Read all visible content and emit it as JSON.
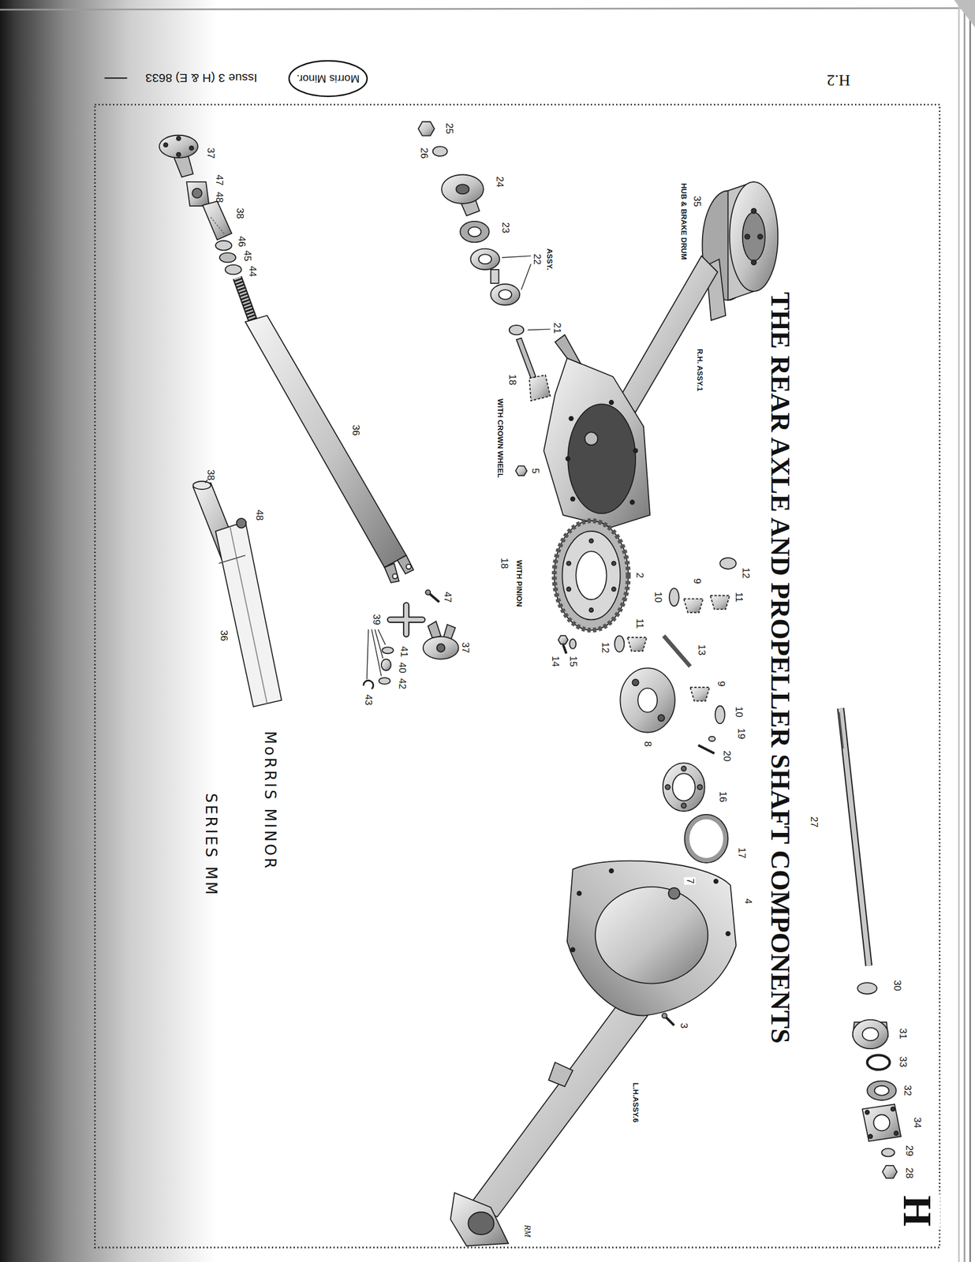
{
  "diagram": {
    "title": "THE REAR AXLE AND PROPELLER SHAFT COMPONENTS",
    "nodes": [
      {
        "text": [
          "Morris Minor."
        ]
      }
    ],
    "labels": [
      "H.2",
      "Issue 3 (H & E) 8633",
      "H",
      "35",
      "HUB & BRAKE DRUM",
      "R.H. ASSY.1",
      "25",
      "26",
      "24",
      "23",
      "22",
      "ASSY.",
      "21",
      "18",
      "WITH CROWN WHEEL",
      "5",
      "18",
      "WITH PINION",
      "2",
      "14",
      "15",
      "10",
      "9",
      "12",
      "11",
      "12",
      "11",
      "13",
      "9",
      "10",
      "8",
      "20",
      "19",
      "16",
      "17",
      "27",
      "7",
      "4",
      "3",
      "L.H.ASSY.6",
      "RM",
      "30",
      "31",
      "33",
      "32",
      "34",
      "29",
      "28",
      "37",
      "47",
      "48",
      "38",
      "46",
      "45",
      "44",
      "36",
      "38",
      "48",
      "36",
      "47",
      "39",
      "41",
      "40",
      "42",
      "43",
      "37",
      "MoRRIS MINOR",
      "SERIES MM"
    ]
  }
}
